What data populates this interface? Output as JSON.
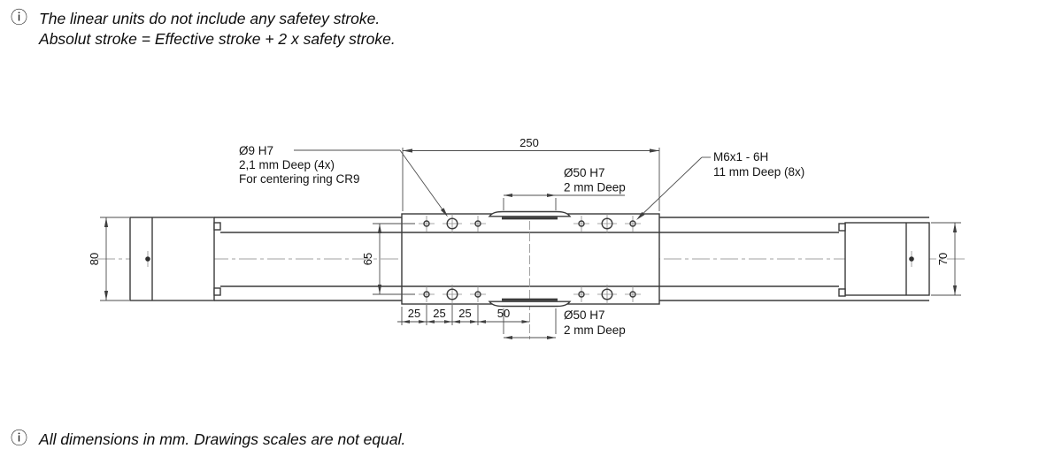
{
  "icons": {
    "info": "ⓘ"
  },
  "notes": {
    "top_line1": "The linear units do not include any safetey stroke.",
    "top_line2": "Absolut stroke = Effective stroke + 2 x safety stroke.",
    "bottom": "All dimensions in mm. Drawings scales are not equal."
  },
  "drawing": {
    "dims": {
      "overall": "250",
      "height_left": "80",
      "hole_rows": "65",
      "height_right": "70",
      "chain_1": "25",
      "chain_2": "25",
      "chain_3": "25",
      "chain_4": "50"
    },
    "labels": {
      "centering_line1": "Ø9 H7",
      "centering_line2": "2,1 mm Deep (4x)",
      "centering_line3": "For centering ring CR9",
      "thread_line1": "M6x1 - 6H",
      "thread_line2": "11 mm Deep (8x)",
      "recess_top_line1": "Ø50 H7",
      "recess_top_line2": "2 mm Deep",
      "recess_bottom_line1": "Ø50 H7",
      "recess_bottom_line2": "2 mm Deep"
    },
    "colors": {
      "line": "#3a3a3a",
      "dim": "#4d4d4d",
      "centerline": "#a0a0a0",
      "text": "#141414"
    }
  }
}
